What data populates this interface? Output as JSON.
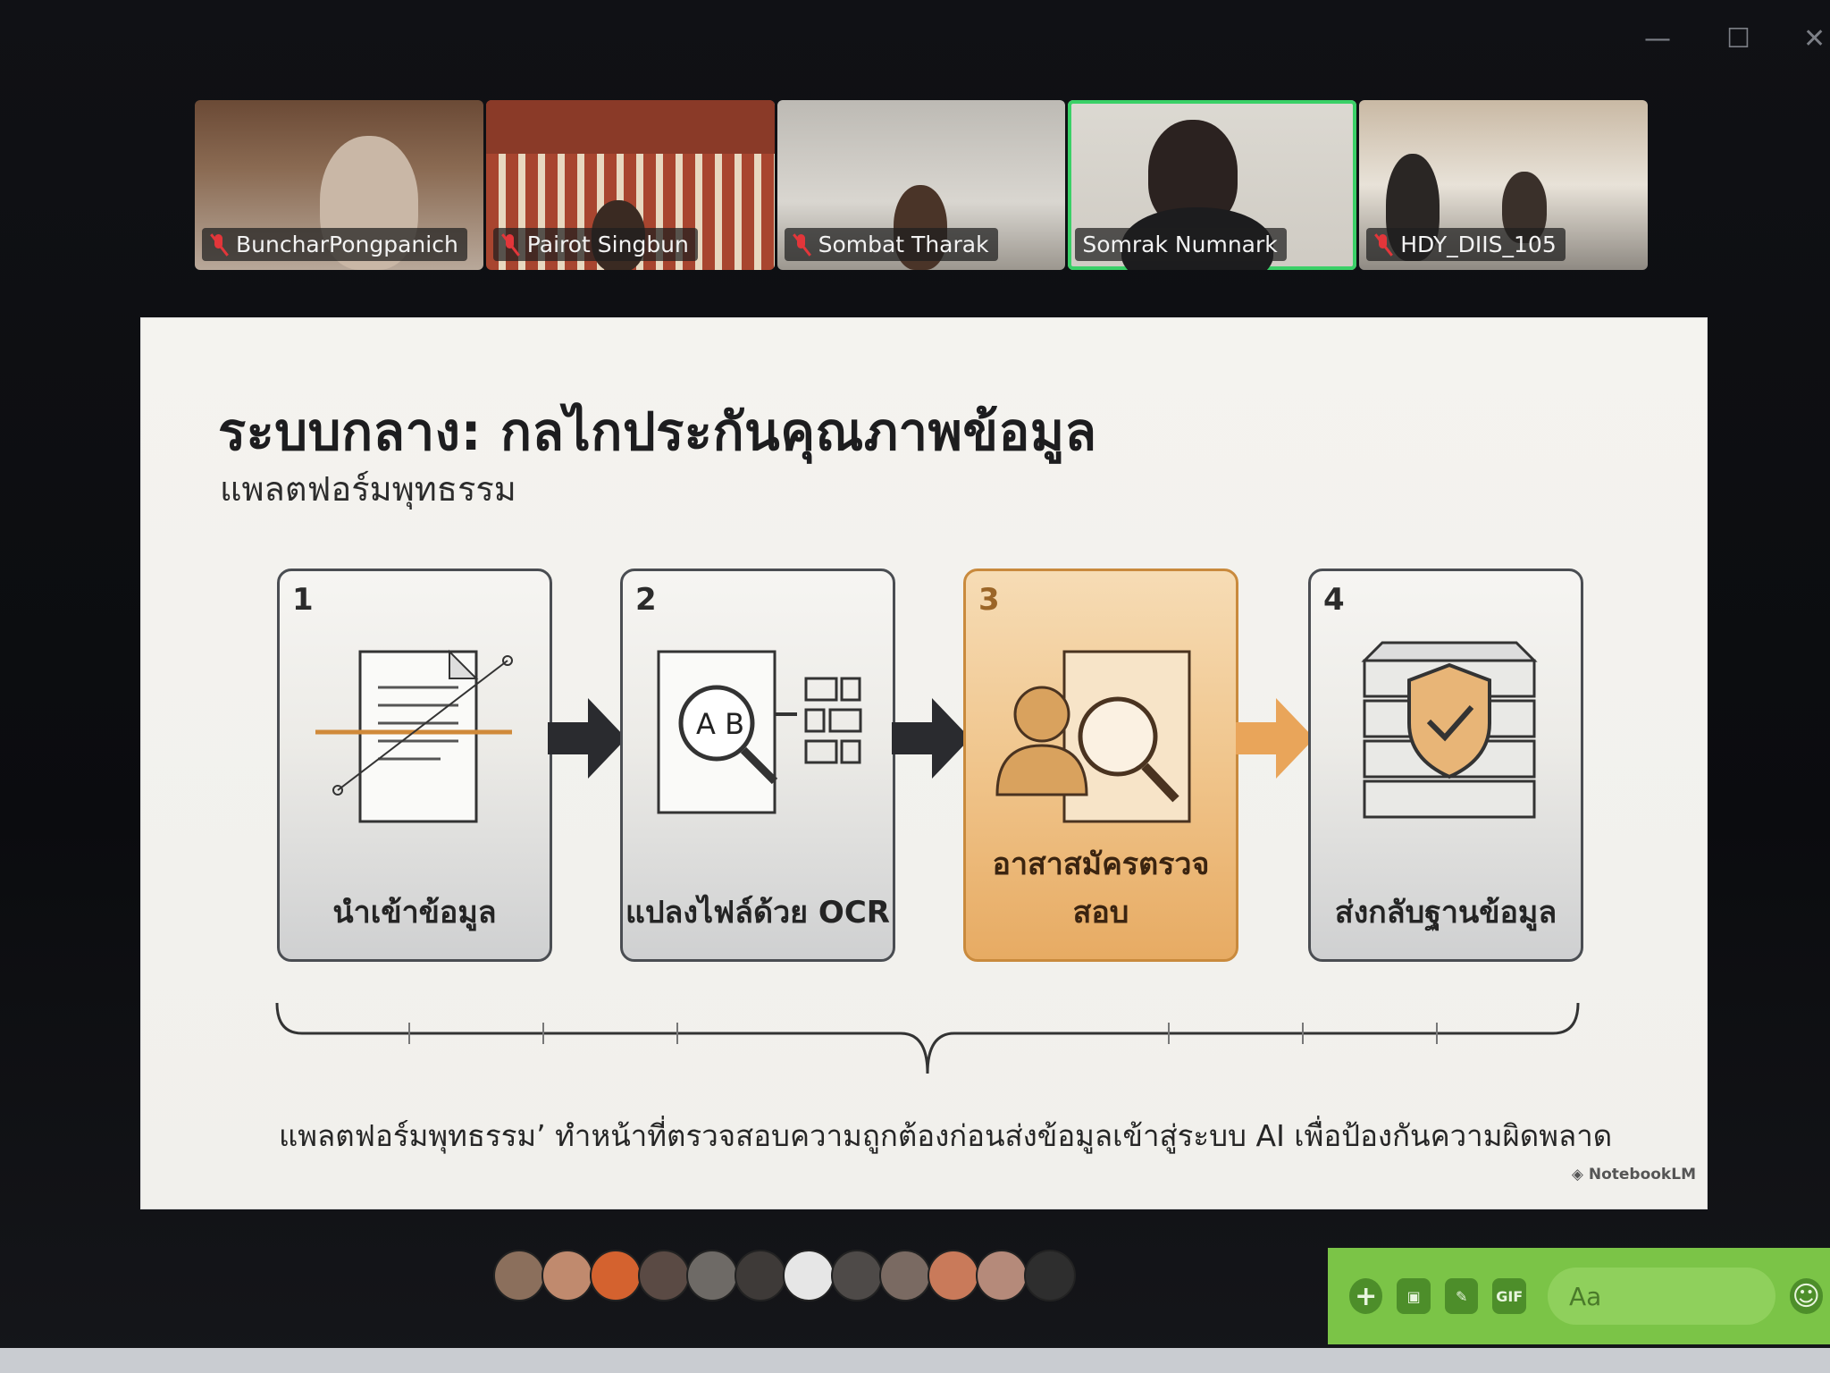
{
  "window": {
    "minimize_icon": "minimize-icon",
    "maximize_icon": "maximize-icon",
    "close_icon": "close-icon"
  },
  "participants": [
    {
      "name": "BuncharPongpanich",
      "muted": true,
      "active": false
    },
    {
      "name": "Pairot Singbun",
      "muted": true,
      "active": false
    },
    {
      "name": "Sombat Tharak",
      "muted": true,
      "active": false
    },
    {
      "name": "Somrak Numnark",
      "muted": false,
      "active": true
    },
    {
      "name": "HDY_DIIS_105",
      "muted": true,
      "active": false
    }
  ],
  "slide": {
    "title": "ระบบกลาง: กลไกประกันคุณภาพข้อมูล",
    "subtitle": "แพลตฟอร์มพุทธรรม",
    "steps": [
      {
        "number": "1",
        "label": "นำเข้าข้อมูล",
        "icon": "document-import-icon"
      },
      {
        "number": "2",
        "label": "แปลงไฟล์ด้วย OCR",
        "icon": "ocr-magnifier-icon"
      },
      {
        "number": "3",
        "label": "อาสาสมัครตรวจสอบ",
        "icon": "volunteer-review-icon"
      },
      {
        "number": "4",
        "label": "ส่งกลับฐานข้อมูล",
        "icon": "database-shield-icon"
      }
    ],
    "caption": "แพลตฟอร์มพุทธรรม’ ทำหน้าที่ตรวจสอบความถูกต้องก่อนส่งข้อมูลเข้าสู่ระบบ AI เพื่อป้องกันความผิดพลาด",
    "brand": "NotebookLM",
    "highlight_color": "#e9b06a"
  },
  "chat": {
    "placeholder": "Aa",
    "gif_label": "GIF",
    "icons": [
      "add-icon",
      "image-icon",
      "sticker-icon",
      "gif-icon",
      "emoji-icon"
    ]
  }
}
